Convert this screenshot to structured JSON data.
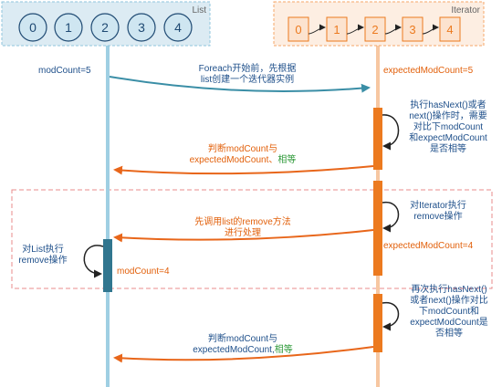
{
  "list": {
    "title": "List",
    "items": [
      "0",
      "1",
      "2",
      "3",
      "4"
    ]
  },
  "iterator": {
    "title": "Iterator",
    "items": [
      "0",
      "1",
      "2",
      "3",
      "4"
    ]
  },
  "labels": {
    "mod_count_initial": "modCount=5",
    "expected_mod_count_initial": "expectedModCount=5",
    "foreach_msg_line1": "Foreach开始前，先根据",
    "foreach_msg_line2": "list创建一个迭代器实例",
    "hasnext_note_1": [
      "执行hasNext()或者",
      "next()操作时，需要",
      "对比下modCount",
      "和expectModCount",
      "是否相等"
    ],
    "judge_msg_1_line1": "判断modCount与",
    "judge_msg_1_line2a": "expectedModCount、",
    "judge_msg_1_line2b": "相等",
    "iterator_remove_note": [
      "对Iterator执行",
      "remove操作"
    ],
    "list_remove_msg_line1": "先调用list的remove方法",
    "list_remove_msg_line2": "进行处理",
    "expected_mod_count_after": "expectedModCount=4",
    "list_remove_note": [
      "对List执行",
      "remove操作"
    ],
    "mod_count_after": "modCount=4",
    "hasnext_note_2": [
      "再次执行hasNext()",
      "或者next()操作对比",
      "下modCount和",
      "expectModCount是",
      "否相等"
    ],
    "judge_msg_2_line1": "判断modCount与",
    "judge_msg_2_line2a": "expectedModCount,",
    "judge_msg_2_line2b": "相等"
  },
  "colors": {
    "list_fill": "#dcebf3",
    "list_border": "#8fc6dc",
    "list_lifeline": "#9fcfe3",
    "list_activation": "#31768f",
    "iterator_fill": "#fdeee2",
    "iterator_border": "#f5a768",
    "iterator_lifeline": "#f7c7a1",
    "iterator_activation": "#ec7a1f",
    "forward_arrow": "#3a8ea6",
    "return_arrow": "#e8661a",
    "blue_text": "#1e4f8a",
    "orange_text": "#e2600b",
    "green_text": "#2f9a3a",
    "dashed_box": "#e98b8b"
  }
}
